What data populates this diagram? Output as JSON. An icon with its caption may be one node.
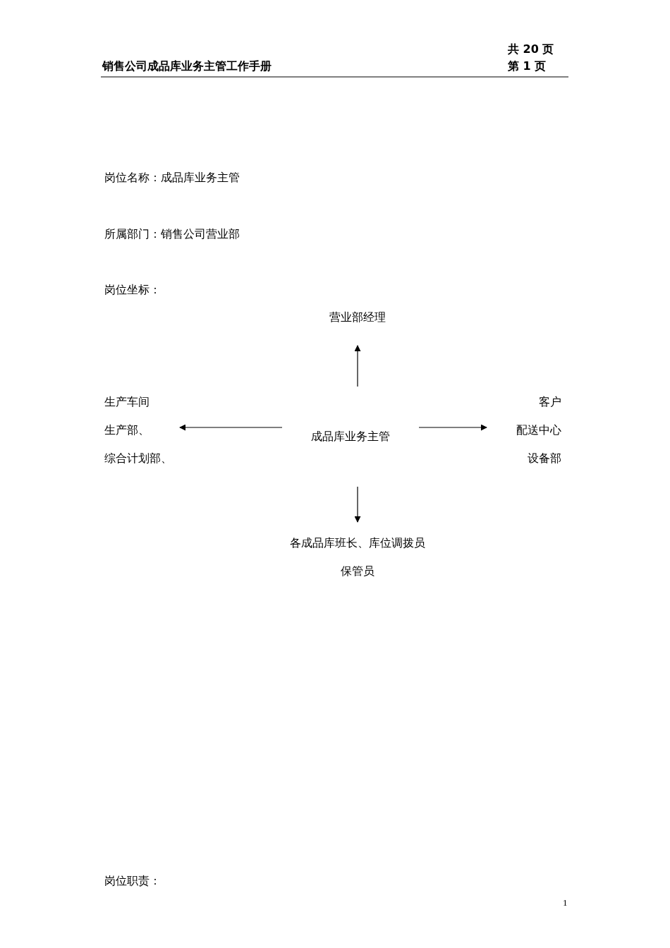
{
  "diagram": {
    "nodes": [
      {
        "text": [
          "营业部经理"
        ]
      },
      {
        "text": [
          "成品库业务主管"
        ]
      },
      {
        "text": [
          "生产车间",
          "生产部、",
          "综合计划部、"
        ]
      },
      {
        "text": [
          "客户",
          "配送中心",
          "设备部"
        ]
      },
      {
        "text": [
          "各成品库班长、库位调拨员",
          "保管员"
        ]
      }
    ],
    "edges": [
      {
        "from": 1,
        "to": 0,
        "arrow": "to"
      },
      {
        "from": 1,
        "to": 2,
        "arrow": "to"
      },
      {
        "from": 1,
        "to": 3,
        "arrow": "to"
      },
      {
        "from": 1,
        "to": 4,
        "arrow": "to"
      }
    ],
    "labels": [
      "销售公司成品库业务主管工作手册",
      "共 20 页",
      "第 1 页",
      "岗位名称：成品库业务主管",
      "所属部门：销售公司营业部",
      "岗位坐标：",
      "岗位职责：",
      "1"
    ]
  }
}
